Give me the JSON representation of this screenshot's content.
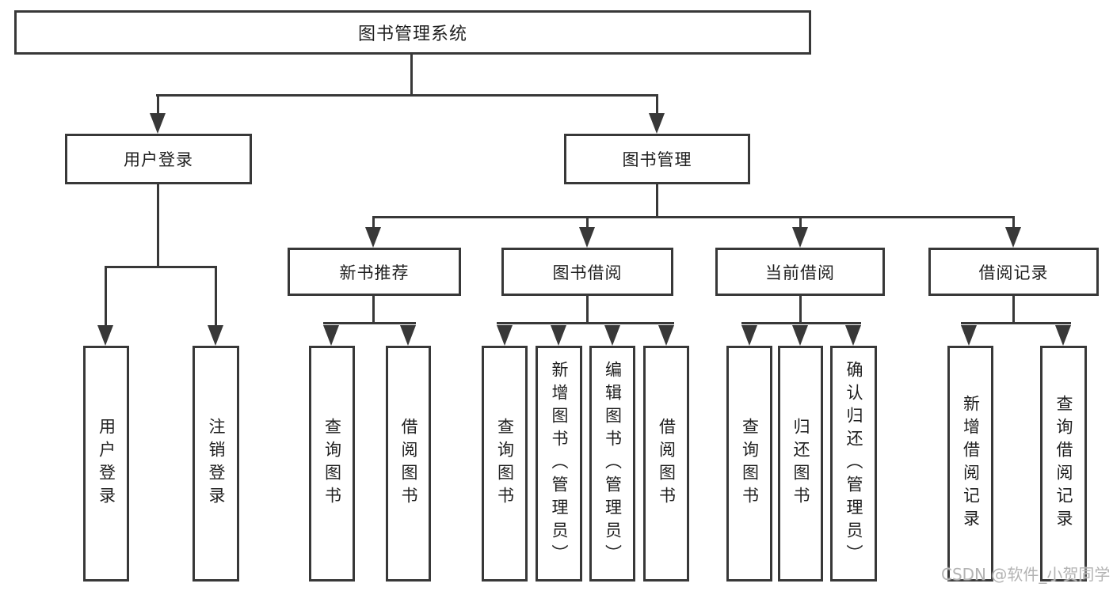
{
  "diagram": {
    "root": {
      "label": "图书管理系统"
    },
    "branches": [
      {
        "label": "用户登录",
        "children": [
          {
            "label": "用户登录"
          },
          {
            "label": "注销登录"
          }
        ]
      },
      {
        "label": "图书管理",
        "children": [
          {
            "label": "新书推荐",
            "children": [
              {
                "label": "查询图书"
              },
              {
                "label": "借阅图书"
              }
            ]
          },
          {
            "label": "图书借阅",
            "children": [
              {
                "label": "查询图书"
              },
              {
                "label": "新增图书（管理员）"
              },
              {
                "label": "编辑图书（管理员）"
              },
              {
                "label": "借阅图书"
              }
            ]
          },
          {
            "label": "当前借阅",
            "children": [
              {
                "label": "查询图书"
              },
              {
                "label": "归还图书"
              },
              {
                "label": "确认归还（管理员）"
              }
            ]
          },
          {
            "label": "借阅记录",
            "children": [
              {
                "label": "新增借阅记录"
              },
              {
                "label": "查询借阅记录"
              }
            ]
          }
        ]
      }
    ]
  },
  "watermark": {
    "text": "CSDN @软件_小贺同学"
  },
  "colors": {
    "line": "#383838",
    "text": "#1f1f1f",
    "background": "#ffffff",
    "watermark": "#b3b3b3"
  }
}
